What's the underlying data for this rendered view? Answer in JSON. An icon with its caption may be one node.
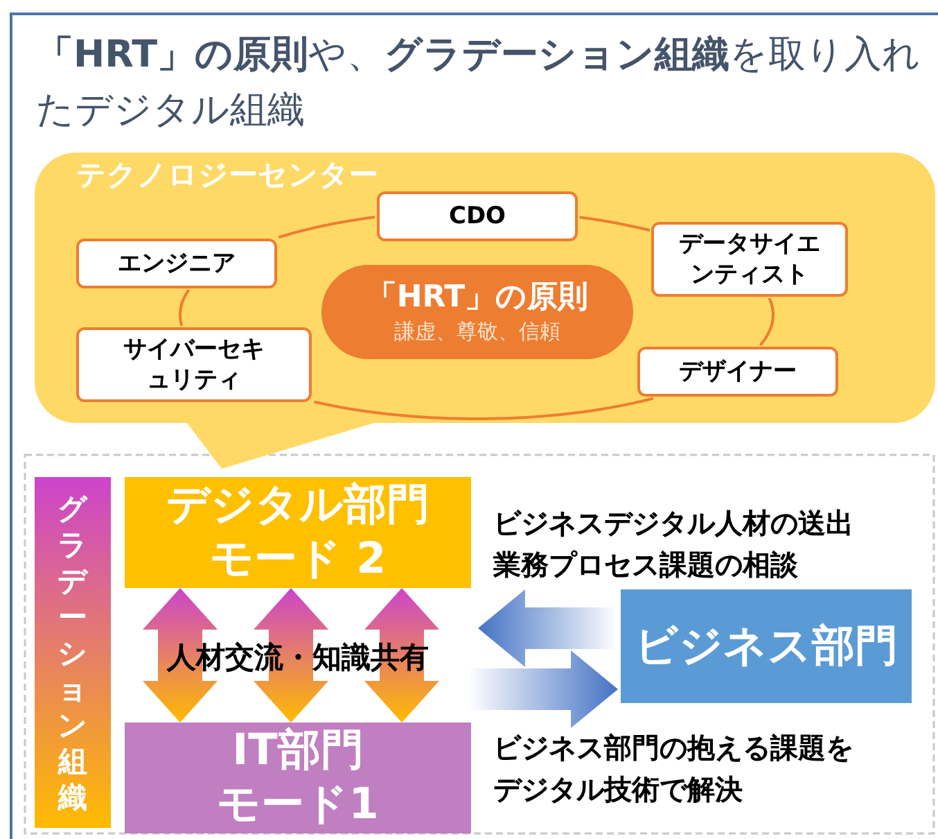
{
  "diagram": {
    "title": "**「HRT」の原則**や、**グラデーション組織**を取り入れたデジタル組織",
    "nodes": [
      {
        "text": [
          "テクノロジーセンター"
        ]
      },
      {
        "text": [
          "CDO"
        ],
        "in": 0
      },
      {
        "text": [
          "データサイエンティスト"
        ],
        "in": 0
      },
      {
        "text": [
          "エンジニア"
        ],
        "in": 0
      },
      {
        "text": [
          "「HRT」の原則",
          "謙虚、尊敬、信頼"
        ],
        "in": 0
      },
      {
        "text": [
          "サイバーセキュリティ"
        ],
        "in": 0
      },
      {
        "text": [
          "デザイナー"
        ],
        "in": 0
      },
      {
        "text": [
          "グラデーション組織"
        ]
      },
      {
        "text": [
          "デジタル部門モード 2"
        ]
      },
      {
        "text": [
          "IT部門モード1"
        ]
      },
      {
        "text": [
          "ビジネス部門"
        ]
      }
    ],
    "edges": [
      {
        "from": 1,
        "to": 2,
        "arrow": "none"
      },
      {
        "from": 2,
        "to": 6,
        "arrow": "none"
      },
      {
        "from": 6,
        "to": 5,
        "arrow": "none"
      },
      {
        "from": 5,
        "to": 3,
        "arrow": "none"
      },
      {
        "from": 3,
        "to": 1,
        "arrow": "none"
      },
      {
        "from": 8,
        "to": 9,
        "arrow": "both"
      },
      {
        "from": 8,
        "to": 9,
        "arrow": "both"
      },
      {
        "from": 8,
        "to": 9,
        "arrow": "both"
      },
      {
        "from": 10,
        "to": null,
        "arrow": "to",
        "label": "ビジネスデジタル人材の送出業務プロセス課題の相談"
      },
      {
        "from": null,
        "to": 10,
        "arrow": "to",
        "label": "ビジネス部門の抱える課題をデジタル技術で解決"
      }
    ],
    "labels": [
      "人材交流・知識共有"
    ]
  }
}
